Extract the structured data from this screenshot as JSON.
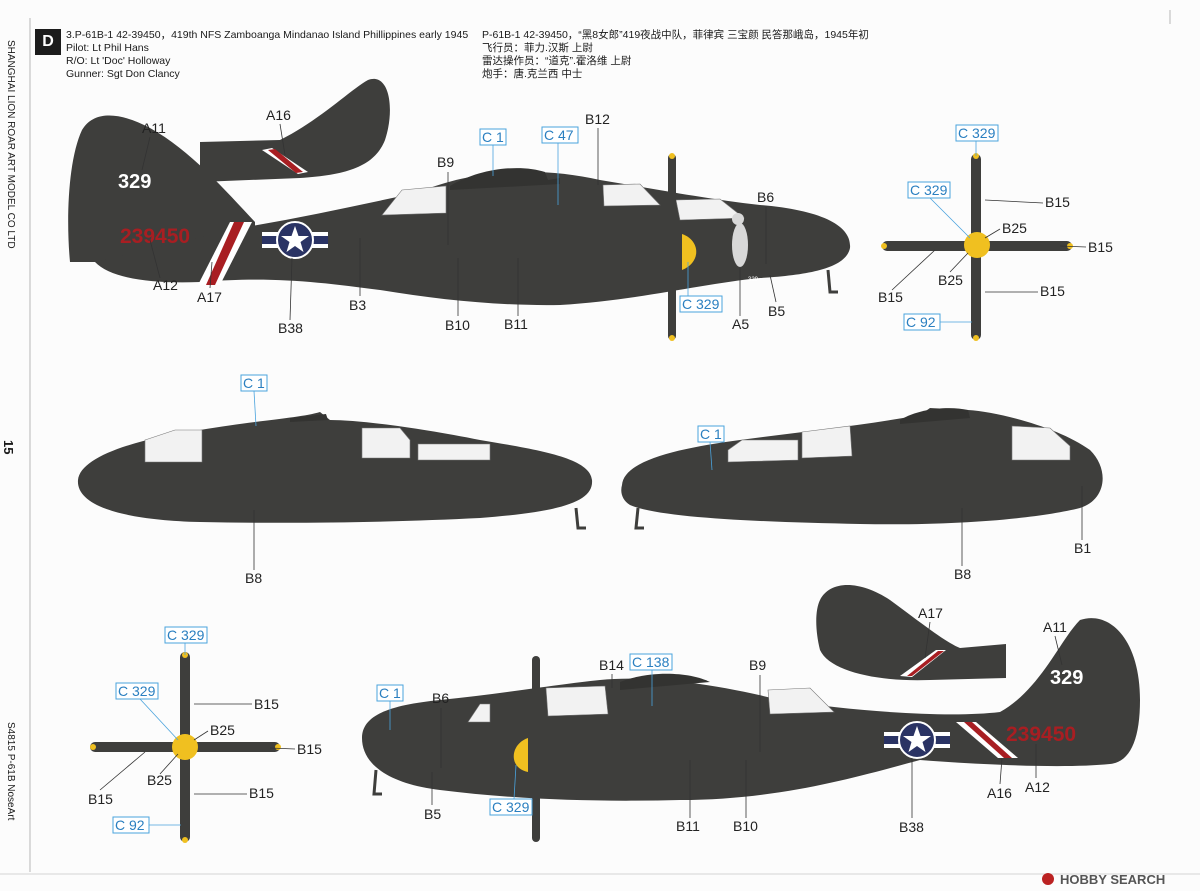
{
  "header": {
    "badge": "D",
    "title_en": "3.P-61B-1 42-39450，419th NFS Zamboanga Mindanao Island Phillippines early 1945",
    "pilot_en": "Pilot: Lt Phil Hans",
    "ro_en": "R/O: Lt 'Doc' Holloway",
    "gunner_en": "Gunner: Sgt Don Clancy",
    "title_cn": "P-61B-1 42-39450，“黑8女郎”419夜战中队，菲律宾 三宝颜 民答那峨岛，1945年初",
    "pilot_cn": "飞行员：菲力.汉斯 上尉",
    "ro_cn": "雷达操作员：“道克”.霍洛维 上尉",
    "gunner_cn": "炮手：唐.克兰西 中士"
  },
  "side": {
    "company": "SHANGHAI LION ROAR ART MODEL CO LTD",
    "page_number": "15",
    "product": "S4815 P-61B NoseArt"
  },
  "markings": {
    "tail_number": "329",
    "serial": "239450",
    "nose_number": "329"
  },
  "colors": {
    "aircraft": "#3e3e3c",
    "aircraft_dark": "#333331",
    "glass": "#f2f2f2",
    "insignia_blue": "#2a3364",
    "serial_red": "#a81e22",
    "spinner": "#f0c020",
    "callout": "#2a7fc0"
  },
  "labels": {
    "top": {
      "a11": "A11",
      "a16": "A16",
      "a12": "A12",
      "a17": "A17",
      "b38": "B38",
      "b3": "B3",
      "b9": "B9",
      "b10": "B10",
      "b11": "B11",
      "c1": "C 1",
      "c47": "C 47",
      "b12": "B12",
      "b6": "B6",
      "b5": "B5",
      "a5": "A5",
      "c329": "C 329"
    },
    "prop_top": {
      "c329a": "C 329",
      "c329b": "C 329",
      "b15a": "B15",
      "b25a": "B25",
      "b15b": "B15",
      "b15c": "B15",
      "b25b": "B25",
      "b15d": "B15",
      "c92": "C 92"
    },
    "mid_left": {
      "c1": "C 1",
      "b8": "B8"
    },
    "mid_right": {
      "c1": "C 1",
      "b8": "B8",
      "b1": "B1"
    },
    "prop_bottom": {
      "c329a": "C 329",
      "c329b": "C 329",
      "b15a": "B15",
      "b25a": "B25",
      "b15b": "B15",
      "b25b": "B25",
      "b15c": "B15",
      "b15d": "B15",
      "c92": "C 92"
    },
    "bottom": {
      "a17": "A17",
      "a11": "A11",
      "c1": "C 1",
      "b6": "B6",
      "b14": "B14",
      "c138": "C 138",
      "b9": "B9",
      "b5": "B5",
      "c329": "C 329",
      "b11": "B11",
      "b10": "B10",
      "b38": "B38",
      "a16": "A16",
      "a12": "A12"
    }
  },
  "watermark": "HOBBY SEARCH"
}
